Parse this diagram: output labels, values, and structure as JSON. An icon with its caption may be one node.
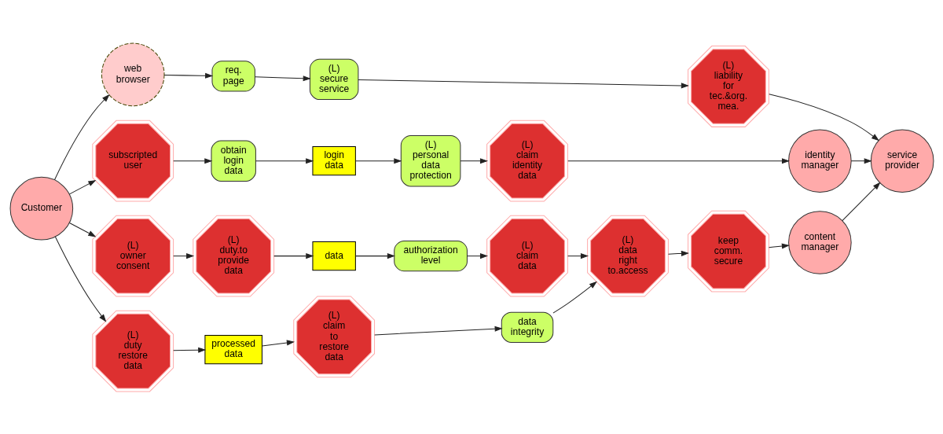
{
  "diagram": {
    "nodes": [
      {
        "text": [
          "Customer"
        ]
      },
      {
        "text": [
          "web browser"
        ]
      },
      {
        "text": [
          "req. page"
        ]
      },
      {
        "text": [
          "(L) secure service"
        ]
      },
      {
        "text": [
          "(L) liability for tec.&org. mea."
        ]
      },
      {
        "text": [
          "service provider"
        ]
      },
      {
        "text": [
          "subscripted user"
        ]
      },
      {
        "text": [
          "obtain login data"
        ]
      },
      {
        "text": [
          "login data"
        ]
      },
      {
        "text": [
          "(L) personal data protection"
        ]
      },
      {
        "text": [
          "(L) claim identity data"
        ]
      },
      {
        "text": [
          "identity manager"
        ]
      },
      {
        "text": [
          "content manager"
        ]
      },
      {
        "text": [
          "(L) owner consent"
        ]
      },
      {
        "text": [
          "(L) duty.to provide data"
        ]
      },
      {
        "text": [
          "data"
        ]
      },
      {
        "text": [
          "authorization level"
        ]
      },
      {
        "text": [
          "(L) claim data"
        ]
      },
      {
        "text": [
          "keep comm. secure"
        ]
      },
      {
        "text": [
          "(L) duty restore data"
        ]
      },
      {
        "text": [
          "processed data"
        ]
      },
      {
        "text": [
          "(L) claim to restore data"
        ]
      },
      {
        "text": [
          "data integrity"
        ]
      },
      {
        "text": [
          "(L) data right to.access"
        ]
      }
    ],
    "edges": [
      {
        "from": 0,
        "to": 1,
        "arrow": "to"
      },
      {
        "from": 1,
        "to": 2,
        "arrow": "to"
      },
      {
        "from": 2,
        "to": 3,
        "arrow": "to"
      },
      {
        "from": 3,
        "to": 4,
        "arrow": "to"
      },
      {
        "from": 4,
        "to": 5,
        "arrow": "to"
      },
      {
        "from": 0,
        "to": 6,
        "arrow": "to"
      },
      {
        "from": 6,
        "to": 7,
        "arrow": "to"
      },
      {
        "from": 7,
        "to": 8,
        "arrow": "to"
      },
      {
        "from": 8,
        "to": 9,
        "arrow": "to"
      },
      {
        "from": 9,
        "to": 10,
        "arrow": "to"
      },
      {
        "from": 10,
        "to": 11,
        "arrow": "to"
      },
      {
        "from": 11,
        "to": 5,
        "arrow": "to"
      },
      {
        "from": 0,
        "to": 13,
        "arrow": "to"
      },
      {
        "from": 13,
        "to": 14,
        "arrow": "to"
      },
      {
        "from": 14,
        "to": 15,
        "arrow": "to"
      },
      {
        "from": 15,
        "to": 16,
        "arrow": "to"
      },
      {
        "from": 16,
        "to": 17,
        "arrow": "to"
      },
      {
        "from": 17,
        "to": 23,
        "arrow": "to"
      },
      {
        "from": 0,
        "to": 19,
        "arrow": "to"
      },
      {
        "from": 19,
        "to": 20,
        "arrow": "to"
      },
      {
        "from": 20,
        "to": 21,
        "arrow": "to"
      },
      {
        "from": 21,
        "to": 22,
        "arrow": "to"
      },
      {
        "from": 22,
        "to": 23,
        "arrow": "to"
      },
      {
        "from": 23,
        "to": 18,
        "arrow": "to"
      },
      {
        "from": 18,
        "to": 12,
        "arrow": "to"
      },
      {
        "from": 12,
        "to": 5,
        "arrow": "to"
      }
    ]
  }
}
